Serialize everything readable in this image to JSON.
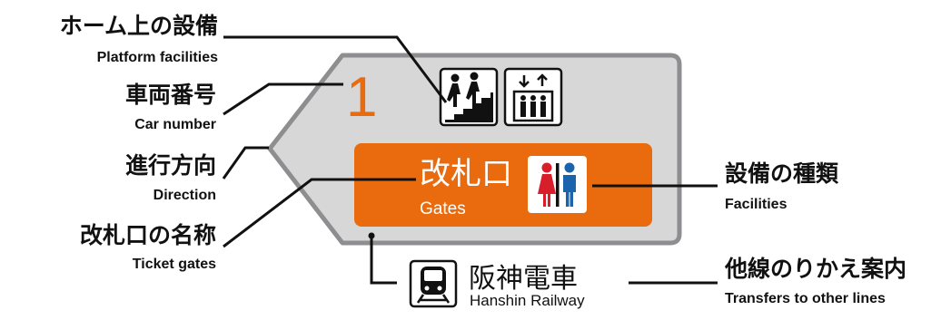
{
  "labels": {
    "platform_facilities": {
      "jp": "ホーム上の設備",
      "en": "Platform facilities"
    },
    "car_number": {
      "jp": "車両番号",
      "en": "Car number"
    },
    "direction": {
      "jp": "進行方向",
      "en": "Direction"
    },
    "ticket_gates": {
      "jp": "改札口の名称",
      "en": "Ticket gates"
    },
    "facilities": {
      "jp": "設備の種類",
      "en": "Facilities"
    },
    "transfers": {
      "jp": "他線のりかえ案内",
      "en": "Transfers to other lines"
    }
  },
  "sign": {
    "car_number": "1",
    "gate": {
      "jp": "改札口",
      "en": "Gates"
    },
    "transfer": {
      "jp": "阪神電車",
      "en": "Hanshin Railway"
    }
  },
  "icons": {
    "platform": [
      "stairs-icon",
      "elevator-icon"
    ],
    "facility": "restroom-icon",
    "transfer": "train-icon"
  },
  "colors": {
    "accent": "#ea6b0e",
    "sign_body": "#d7d7d8",
    "sign_border": "#8e8e90",
    "female": "#d81e2a",
    "male": "#1b64ad"
  }
}
